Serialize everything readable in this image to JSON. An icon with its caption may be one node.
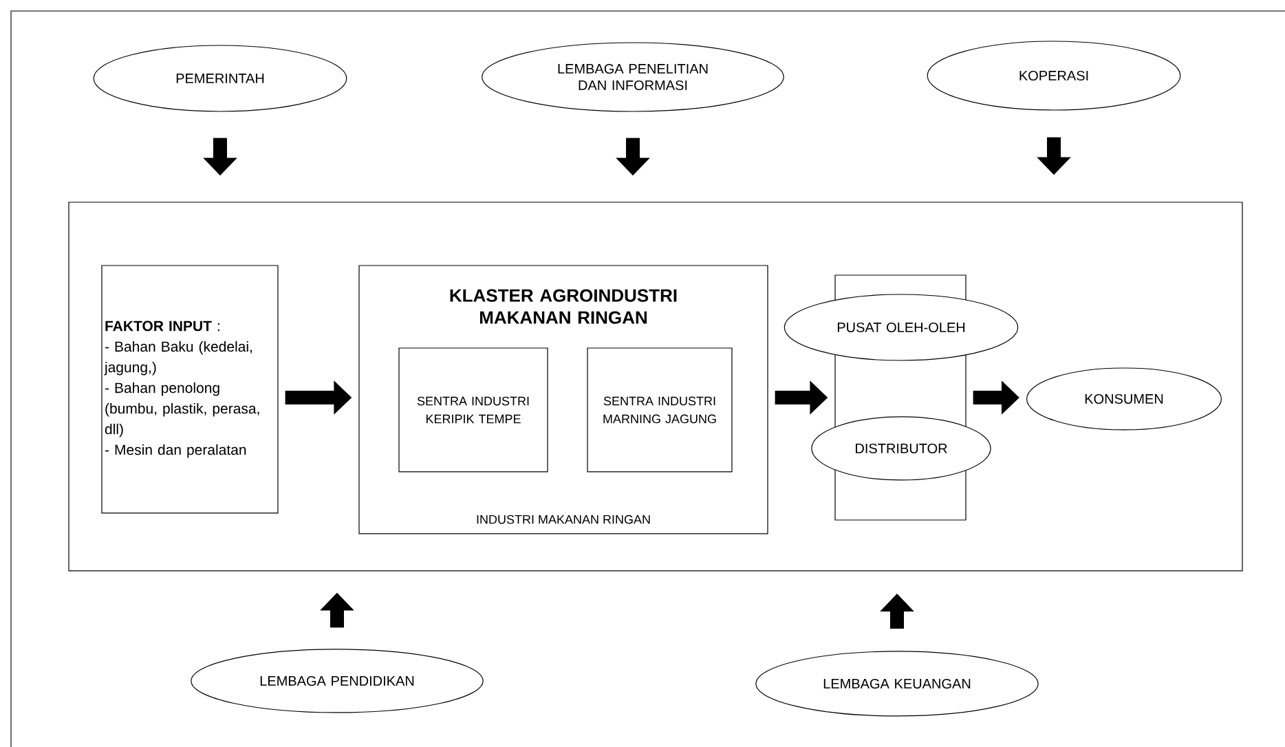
{
  "diagram": {
    "nodes": [
      {
        "text": [
          "PEMERINTAH"
        ]
      },
      {
        "text": [
          "LEMBAGA PENELITIAN DAN INFORMASI"
        ]
      },
      {
        "text": [
          "KOPERASI"
        ]
      },
      {
        "text": [],
        "shape": "box"
      },
      {
        "text": [
          "**FAKTOR INPUT** :",
          "- Bahan Baku (kedelai, jagung,)",
          "- Bahan penolong (bumbu, plastik, perasa, dll)",
          "- Mesin dan peralatan"
        ],
        "in": 3
      },
      {
        "text": [
          "KLASTER AGROINDUSTRI MAKANAN RINGAN",
          "INDUSTRI MAKANAN RINGAN"
        ],
        "in": 3
      },
      {
        "text": [
          "SENTRA INDUSTRI KERIPIK TEMPE"
        ],
        "in": 5
      },
      {
        "text": [
          "SENTRA INDUSTRI MARNING JAGUNG"
        ],
        "in": 5
      },
      {
        "text": [],
        "shape": "box",
        "in": 3
      },
      {
        "text": [
          "PUSAT OLEH-OLEH"
        ],
        "in": 3
      },
      {
        "text": [
          "DISTRIBUTOR"
        ],
        "in": 3
      },
      {
        "text": [
          "KONSUMEN"
        ],
        "in": 3
      },
      {
        "text": [
          "LEMBAGA PENDIDIKAN"
        ]
      },
      {
        "text": [
          "LEMBAGA KEUANGAN"
        ]
      }
    ],
    "edges": [
      {
        "from": 0,
        "to": 3,
        "arrow": "to"
      },
      {
        "from": 1,
        "to": 3,
        "arrow": "to"
      },
      {
        "from": 2,
        "to": 3,
        "arrow": "to"
      },
      {
        "from": 4,
        "to": 5,
        "arrow": "to"
      },
      {
        "from": 5,
        "to": 8,
        "arrow": "to"
      },
      {
        "from": 8,
        "to": 11,
        "arrow": "to"
      },
      {
        "from": 12,
        "to": 3,
        "arrow": "to"
      },
      {
        "from": 13,
        "to": 3,
        "arrow": "to"
      }
    ]
  }
}
